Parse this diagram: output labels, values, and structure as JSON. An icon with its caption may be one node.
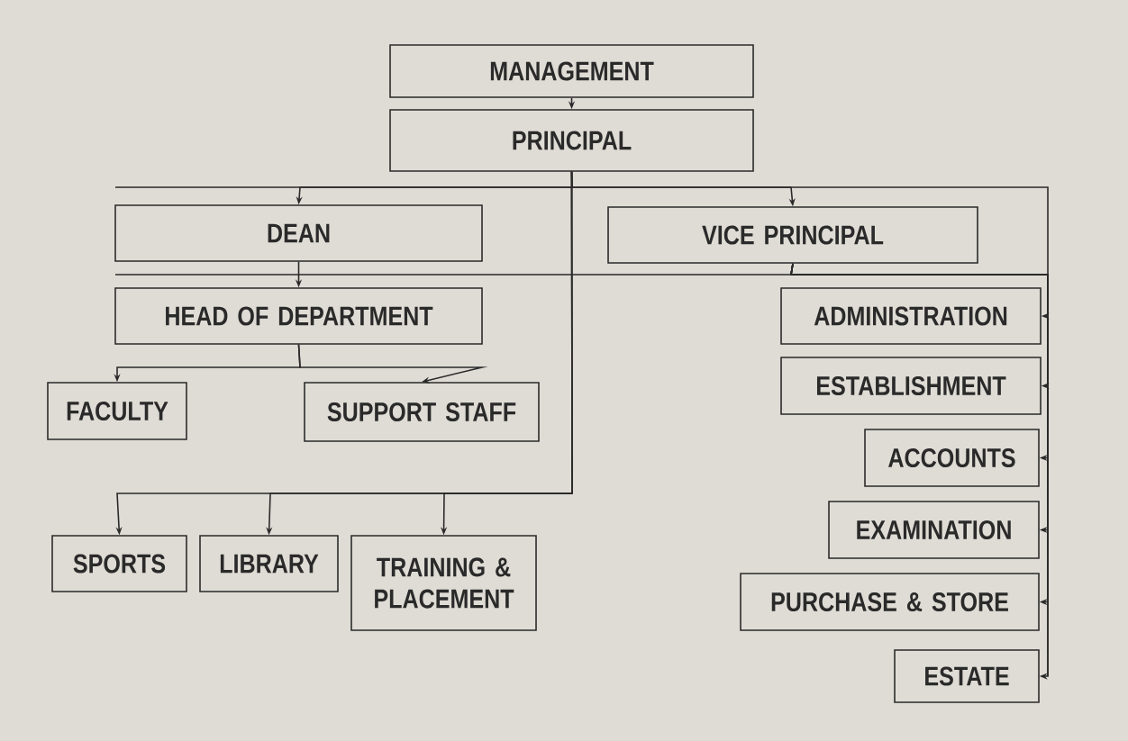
{
  "diagram": {
    "nodes": [
      {
        "text": [
          "MANAGEMENT"
        ]
      },
      {
        "text": [
          "PRINCIPAL"
        ]
      },
      {
        "text": [
          "DEAN"
        ]
      },
      {
        "text": [
          "VICE PRINCIPAL"
        ]
      },
      {
        "text": [
          "HEAD OF DEPARTMENT"
        ]
      },
      {
        "text": [
          "FACULTY"
        ]
      },
      {
        "text": [
          "SUPPORT STAFF"
        ]
      },
      {
        "text": [
          "SPORTS"
        ]
      },
      {
        "text": [
          "LIBRARY"
        ]
      },
      {
        "text": [
          "TRAINING & PLACEMENT"
        ]
      },
      {
        "text": [
          "ADMINISTRATION"
        ]
      },
      {
        "text": [
          "ESTABLISHMENT"
        ]
      },
      {
        "text": [
          "ACCOUNTS"
        ]
      },
      {
        "text": [
          "EXAMINATION"
        ]
      },
      {
        "text": [
          "PURCHASE & STORE"
        ]
      },
      {
        "text": [
          "ESTATE"
        ]
      }
    ],
    "edges": [
      {
        "from": 0,
        "to": 1,
        "arrow": "to"
      },
      {
        "from": 1,
        "to": 2,
        "arrow": "to"
      },
      {
        "from": 1,
        "to": 3,
        "arrow": "to"
      },
      {
        "from": 2,
        "to": 4,
        "arrow": "to"
      },
      {
        "from": 4,
        "to": 5,
        "arrow": "to"
      },
      {
        "from": 4,
        "to": 6,
        "arrow": "to"
      },
      {
        "from": 1,
        "to": 7,
        "arrow": "to"
      },
      {
        "from": 1,
        "to": 8,
        "arrow": "to"
      },
      {
        "from": 1,
        "to": 9,
        "arrow": "to"
      },
      {
        "from": 3,
        "to": 10,
        "arrow": "to"
      },
      {
        "from": 3,
        "to": 11,
        "arrow": "to"
      },
      {
        "from": 3,
        "to": 12,
        "arrow": "to"
      },
      {
        "from": 3,
        "to": 13,
        "arrow": "to"
      },
      {
        "from": 3,
        "to": 14,
        "arrow": "to"
      },
      {
        "from": 3,
        "to": 15,
        "arrow": "to"
      }
    ]
  }
}
